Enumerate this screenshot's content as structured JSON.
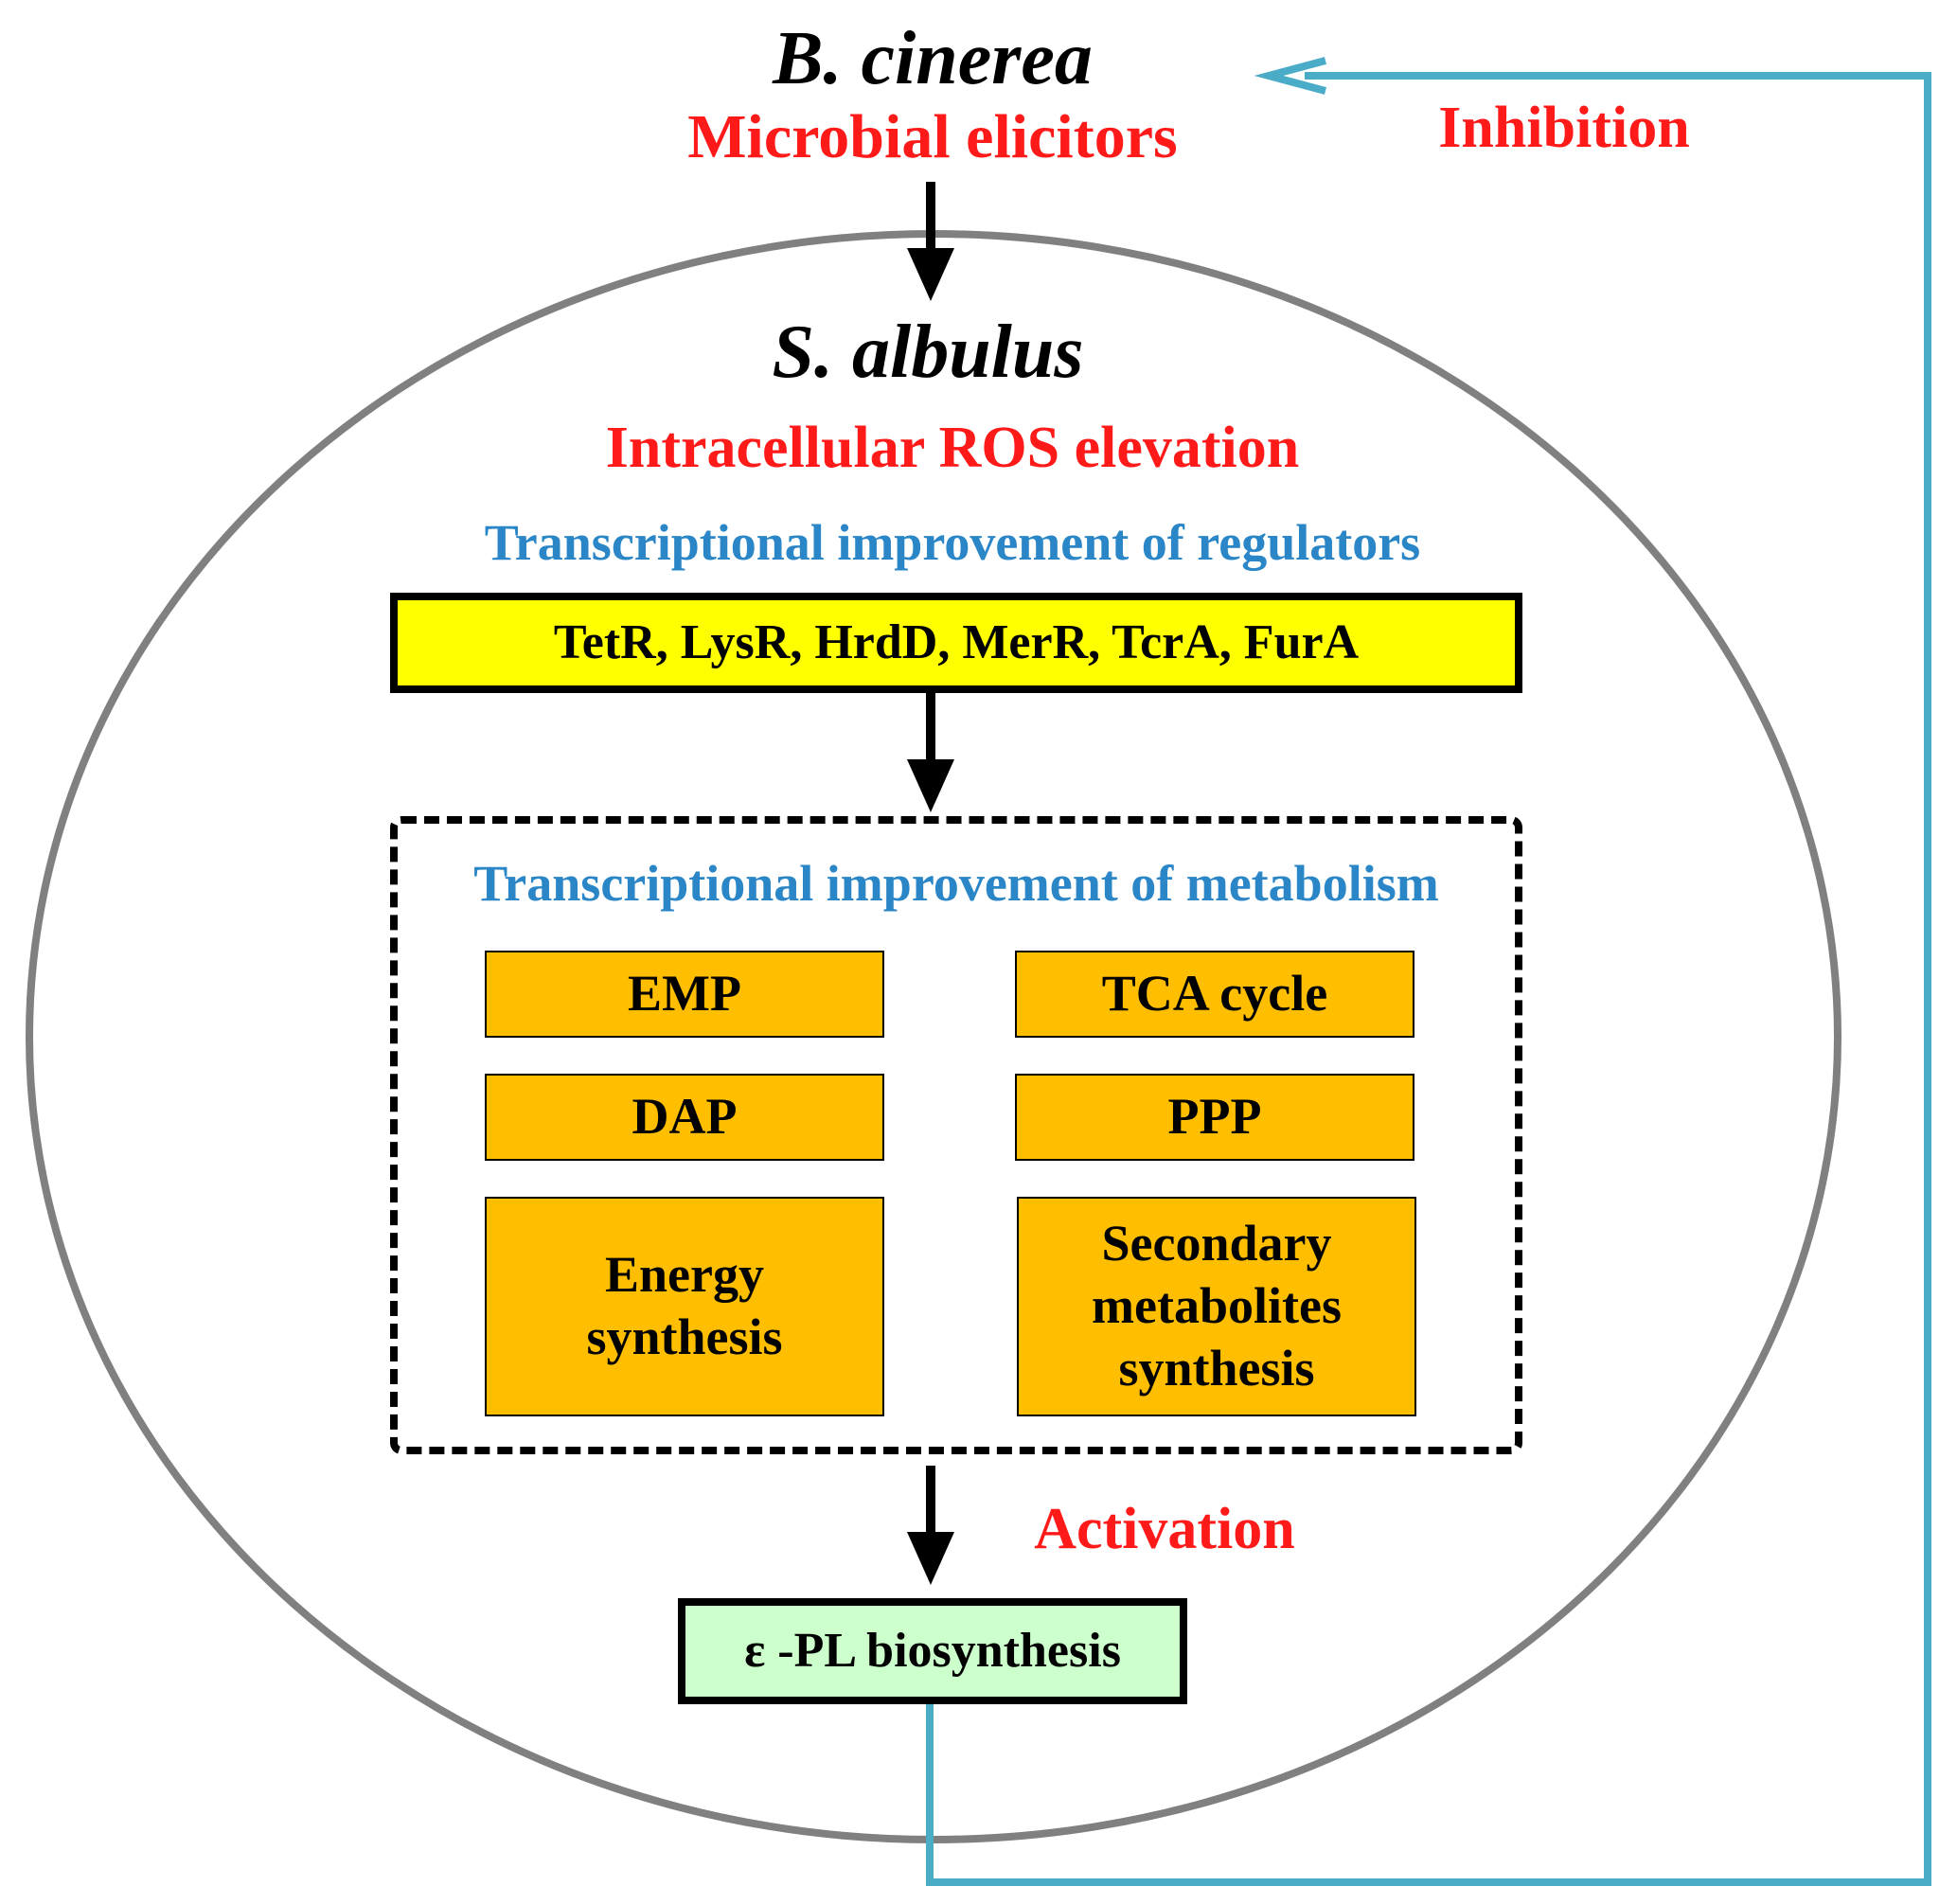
{
  "pathogen": {
    "name": "B. cinerea",
    "elicitor_label": "Microbial elicitors"
  },
  "feedback": {
    "label": "Inhibition",
    "color": "#4aacc6"
  },
  "cell": {
    "organism": "S. albulus",
    "ros_label": "Intracellular ROS elevation",
    "regulators_heading": "Transcriptional improvement of regulators",
    "regulators": "TetR, LysR, HrdD, MerR, TcrA, FurA",
    "metabolism_heading": "Transcriptional improvement of metabolism",
    "pathways": {
      "emp": "EMP",
      "tca": "TCA cycle",
      "dap": "DAP",
      "ppp": "PPP",
      "energy": "Energy synthesis",
      "secondary": "Secondary metabolites synthesis"
    },
    "activation_label": "Activation",
    "product": "ε -PL biosynthesis"
  },
  "colors": {
    "red_text": "#ff1a1a",
    "blue_text": "#2a86c6",
    "regulator_box": "#ffff00",
    "pathway_box": "#ffbf00",
    "product_box": "#ccffcc",
    "cell_outline": "#808080"
  }
}
